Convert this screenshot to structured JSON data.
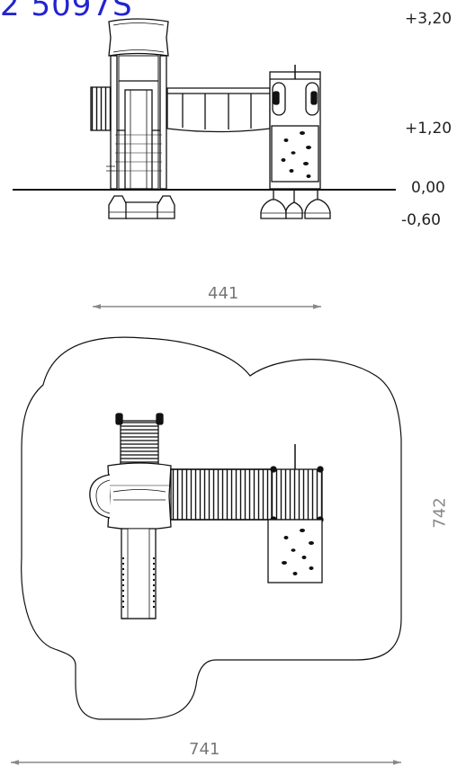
{
  "title": "2 5097S",
  "elevation_levels": [
    "+3,20",
    "+1,20",
    "0,00",
    "-0,60"
  ],
  "dimensions": {
    "elevation_width": "441",
    "plan_width": "741",
    "plan_height": "742"
  },
  "colors": {
    "title": "#2323d0",
    "line": "#111111",
    "dimension": "#888888"
  }
}
